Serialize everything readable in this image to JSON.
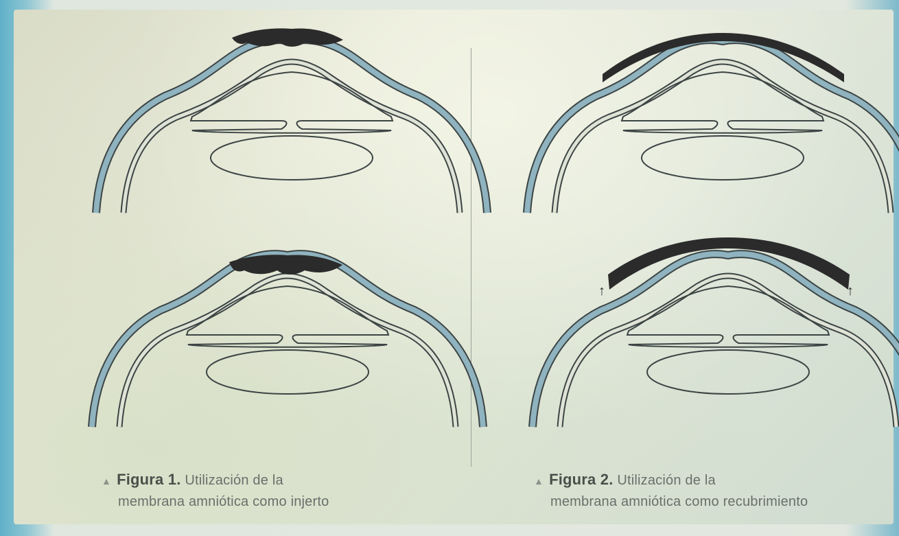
{
  "figures": [
    {
      "label": "Figura 1.",
      "caption_line1": "Utilización de la",
      "caption_line2": "membrana amniótica como injerto"
    },
    {
      "label": "Figura 2.",
      "caption_line1": "Utilización de la",
      "caption_line2": "membrana amniótica como recubrimiento"
    }
  ],
  "arrow_glyph": "↑",
  "colors": {
    "outer_wall": "#8fb3bf",
    "outline": "#3c4444",
    "membrane": "#2b2b2b",
    "caption_text": "#6a6f6a"
  }
}
